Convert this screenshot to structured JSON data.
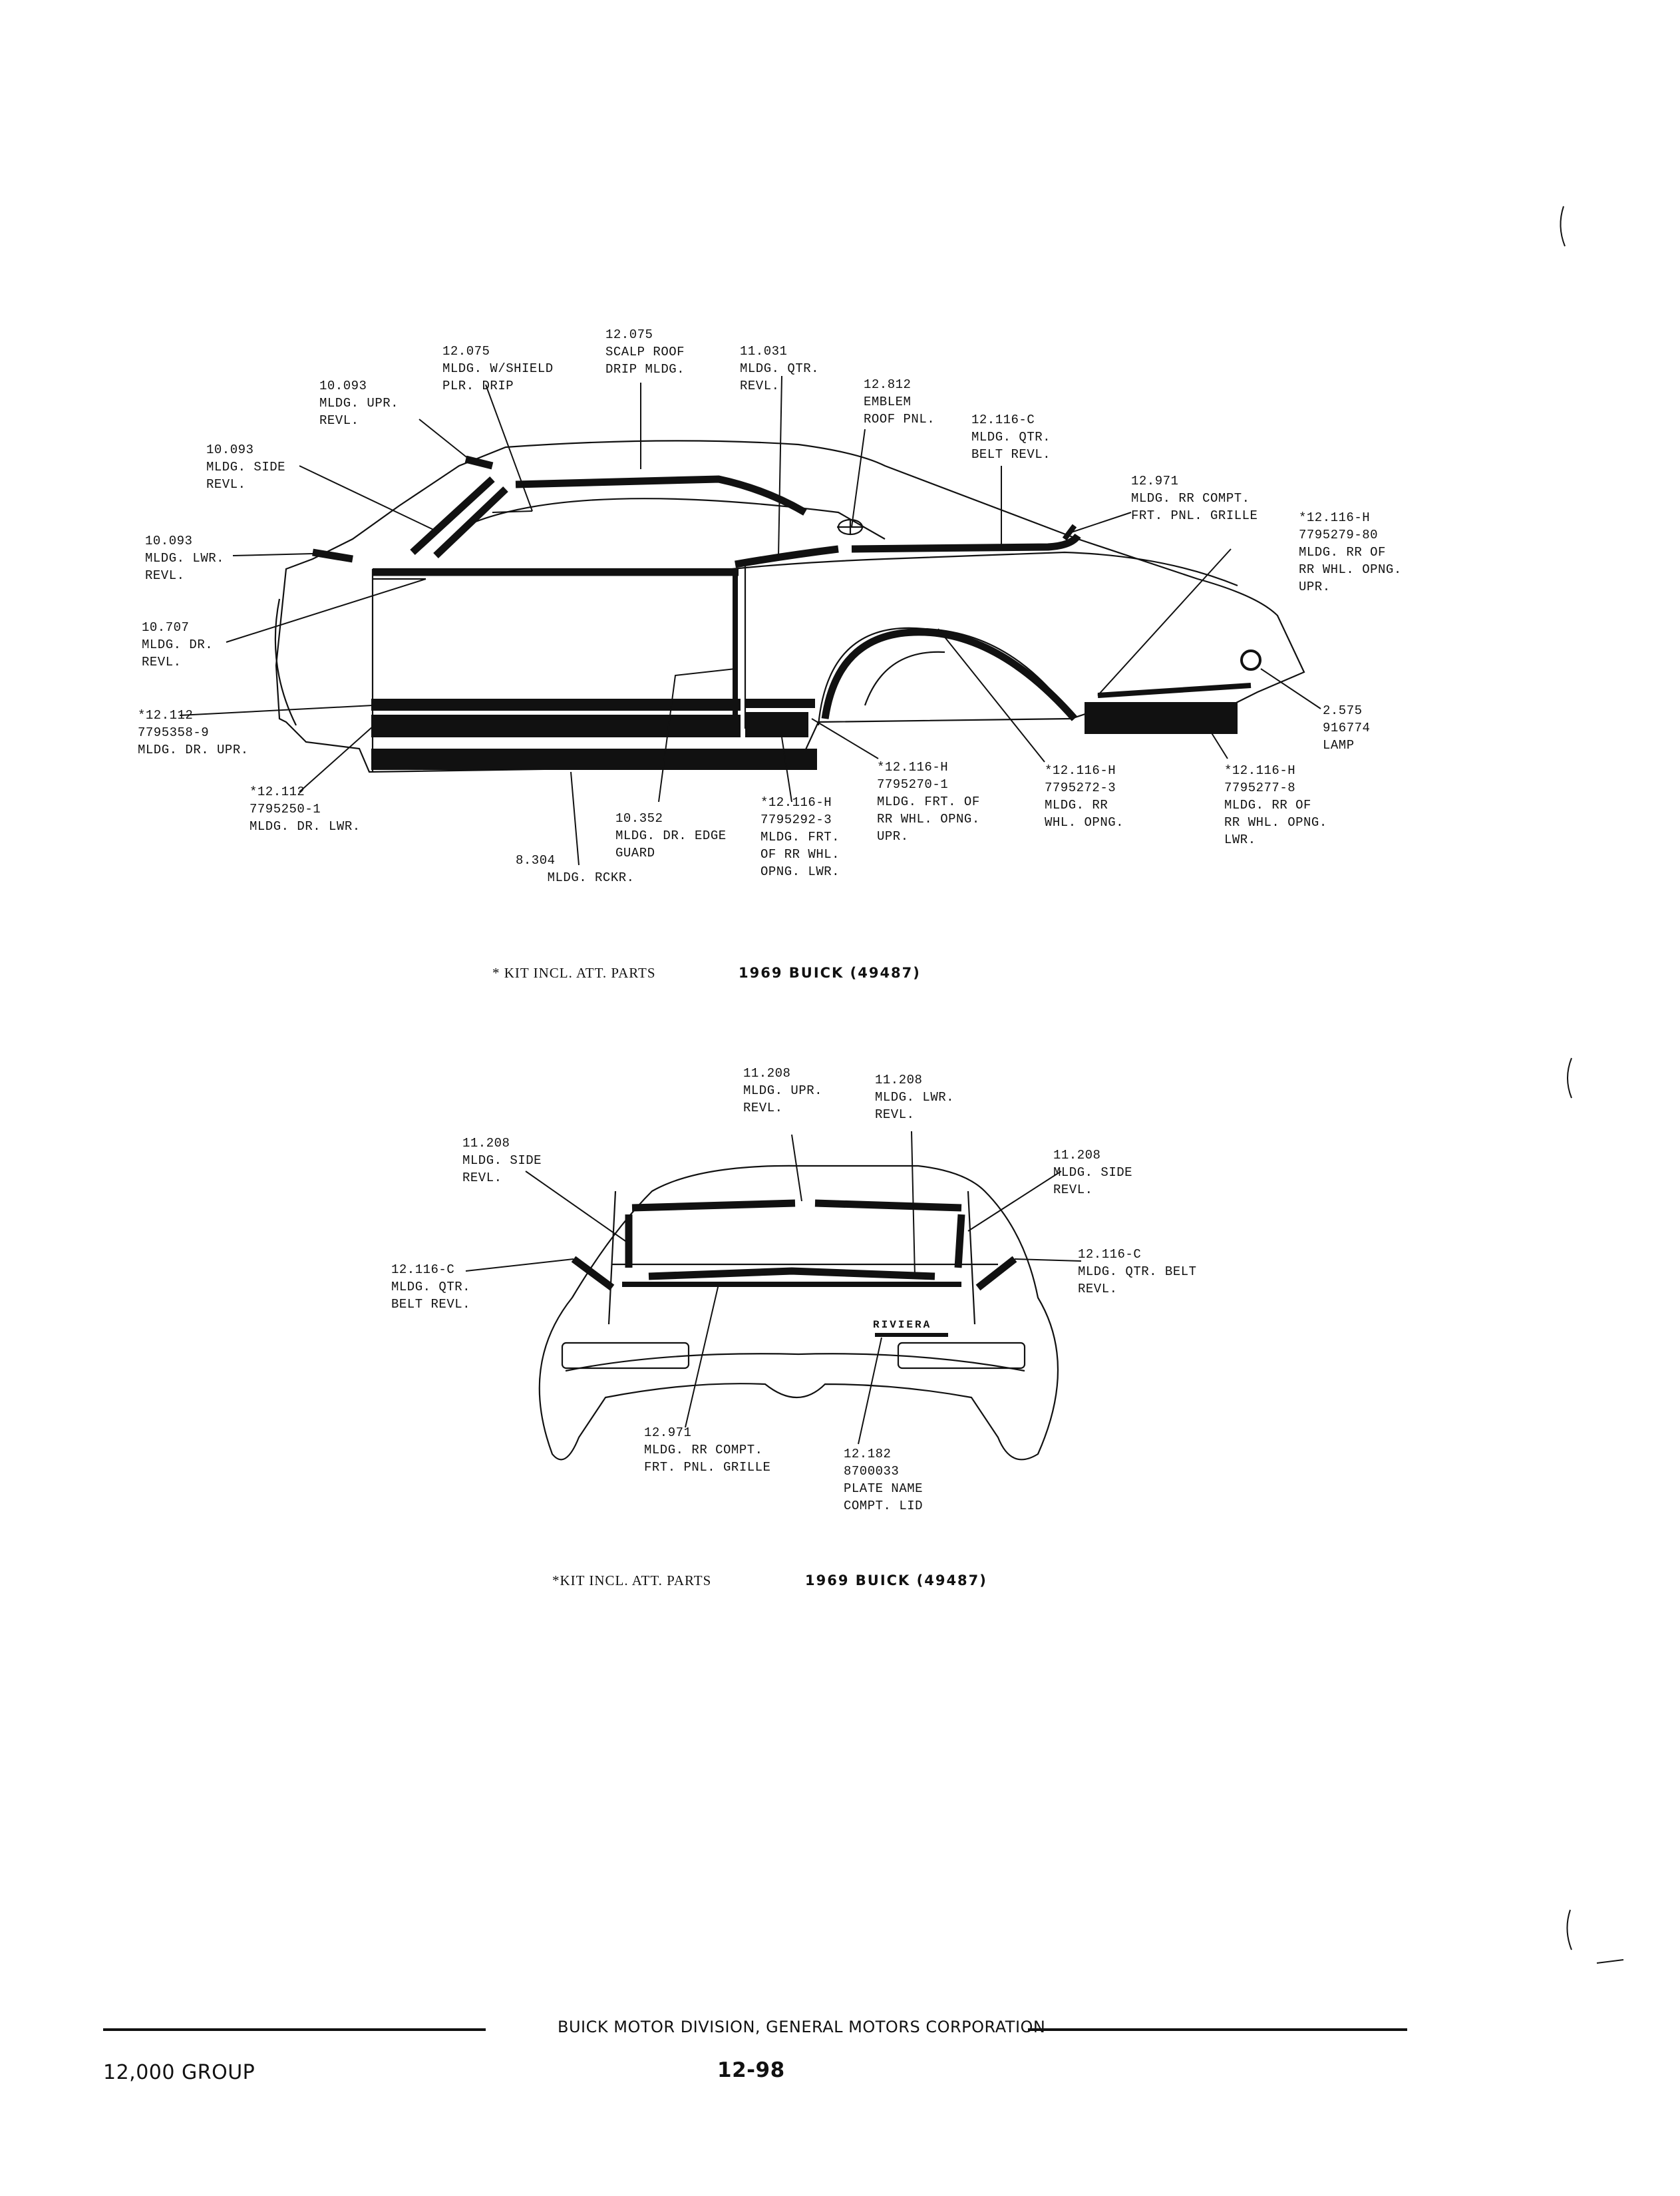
{
  "side_view": {
    "labels": [
      {
        "id": "scalp-roof-drip",
        "text": "12.075\nSCALP ROOF\nDRIP MLDG."
      },
      {
        "id": "w-shield-plr-drip",
        "text": "12.075\nMLDG. W/SHIELD\nPLR. DRIP"
      },
      {
        "id": "qtr-revl",
        "text": "11.031\nMLDG. QTR.\nREVL."
      },
      {
        "id": "upr-revl",
        "text": "10.093\nMLDG. UPR.\nREVL."
      },
      {
        "id": "emblem-roof",
        "text": "12.812\nEMBLEM\nROOF PNL."
      },
      {
        "id": "qtr-belt-revl",
        "text": "12.116-C\nMLDG. QTR.\nBELT REVL."
      },
      {
        "id": "side-revl",
        "text": "10.093\nMLDG. SIDE\nREVL."
      },
      {
        "id": "rr-compt-grille",
        "text": "12.971\nMLDG. RR COMPT.\nFRT. PNL. GRILLE"
      },
      {
        "id": "rr-wheel-opng-upr",
        "text": "*12.116-H\n7795279-80\nMLDG. RR OF\nRR WHL. OPNG.\nUPR."
      },
      {
        "id": "lwr-revl",
        "text": "10.093\nMLDG. LWR.\nREVL."
      },
      {
        "id": "dr-revl",
        "text": "10.707\nMLDG. DR.\nREVL."
      },
      {
        "id": "lamp",
        "text": "2.575\n916774\nLAMP"
      },
      {
        "id": "dr-upr",
        "text": "*12.112\n7795358-9\nMLDG. DR. UPR."
      },
      {
        "id": "dr-lwr",
        "text": "*12.112\n7795250-1\nMLDG. DR. LWR."
      },
      {
        "id": "frt-rr-whl-opng-upr",
        "text": "*12.116-H\n7795270-1\nMLDG. FRT. OF\nRR WHL. OPNG.\nUPR."
      },
      {
        "id": "rr-whl-opng",
        "text": "*12.116-H\n7795272-3\nMLDG. RR\nWHL. OPNG."
      },
      {
        "id": "rr-of-rr-whl-opng-lwr",
        "text": "*12.116-H\n7795277-8\nMLDG. RR OF\nRR WHL. OPNG.\nLWR."
      },
      {
        "id": "dr-edge-guard",
        "text": "10.352\nMLDG. DR. EDGE\nGUARD"
      },
      {
        "id": "frt-rr-whl-opng-lwr",
        "text": "*12.116-H\n7795292-3\nMLDG. FRT.\nOF RR WHL.\nOPNG. LWR."
      },
      {
        "id": "rckr",
        "text": "8.304\n    MLDG. RCKR."
      }
    ],
    "caption_note": "* KIT INCL. ATT. PARTS",
    "caption_title": "1969 BUICK (49487)"
  },
  "rear_view": {
    "labels": [
      {
        "id": "upr-revl",
        "text": "11.208\nMLDG. UPR.\nREVL."
      },
      {
        "id": "lwr-revl",
        "text": "11.208\nMLDG. LWR.\nREVL."
      },
      {
        "id": "side-revl-left",
        "text": "11.208\nMLDG. SIDE\nREVL."
      },
      {
        "id": "side-revl-right",
        "text": "11.208\nMLDG. SIDE\nREVL."
      },
      {
        "id": "qtr-belt-left",
        "text": "12.116-C\nMLDG. QTR.\nBELT REVL."
      },
      {
        "id": "qtr-belt-right",
        "text": "12.116-C\nMLDG. QTR. BELT\nREVL."
      },
      {
        "id": "rr-compt-grille",
        "text": "12.971\nMLDG. RR COMPT.\nFRT. PNL. GRILLE"
      },
      {
        "id": "plate-name",
        "text": "12.182\n8700033\nPLATE NAME\nCOMPT. LID"
      }
    ],
    "emblem_text": "RIVIERA",
    "caption_note": "*KIT INCL. ATT. PARTS",
    "caption_title": "1969 BUICK (49487)"
  },
  "footer": {
    "division": "BUICK MOTOR DIVISION, GENERAL MOTORS CORPORATION",
    "group": "12,000 GROUP",
    "page": "12-98"
  }
}
